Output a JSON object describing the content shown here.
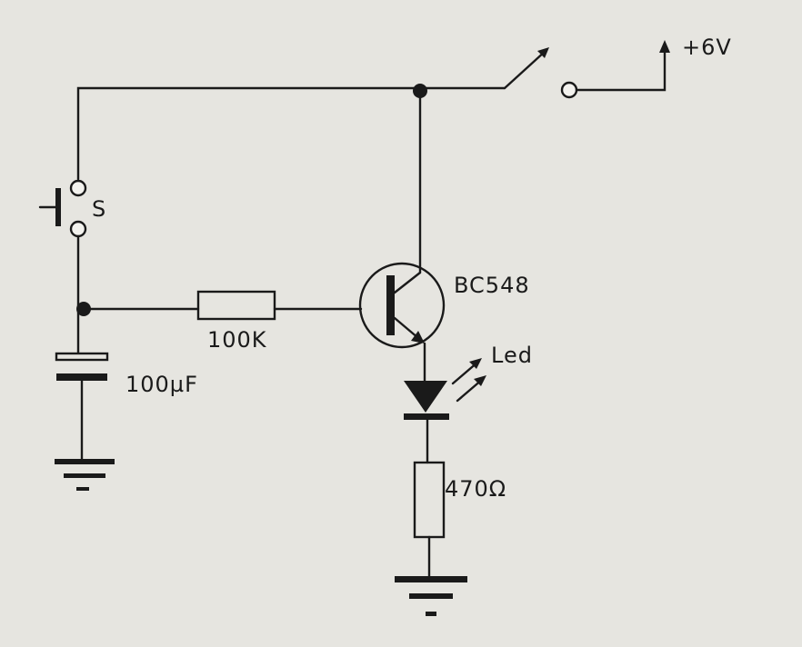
{
  "labels": {
    "supply": "+6V",
    "pushbutton": "S",
    "resistor_base": "100K",
    "capacitor": "100µF",
    "transistor": "BC548",
    "led": "Led",
    "resistor_led": "470Ω"
  },
  "colors": {
    "ink": "#1a1a1a",
    "paper": "#e6e5e0"
  }
}
